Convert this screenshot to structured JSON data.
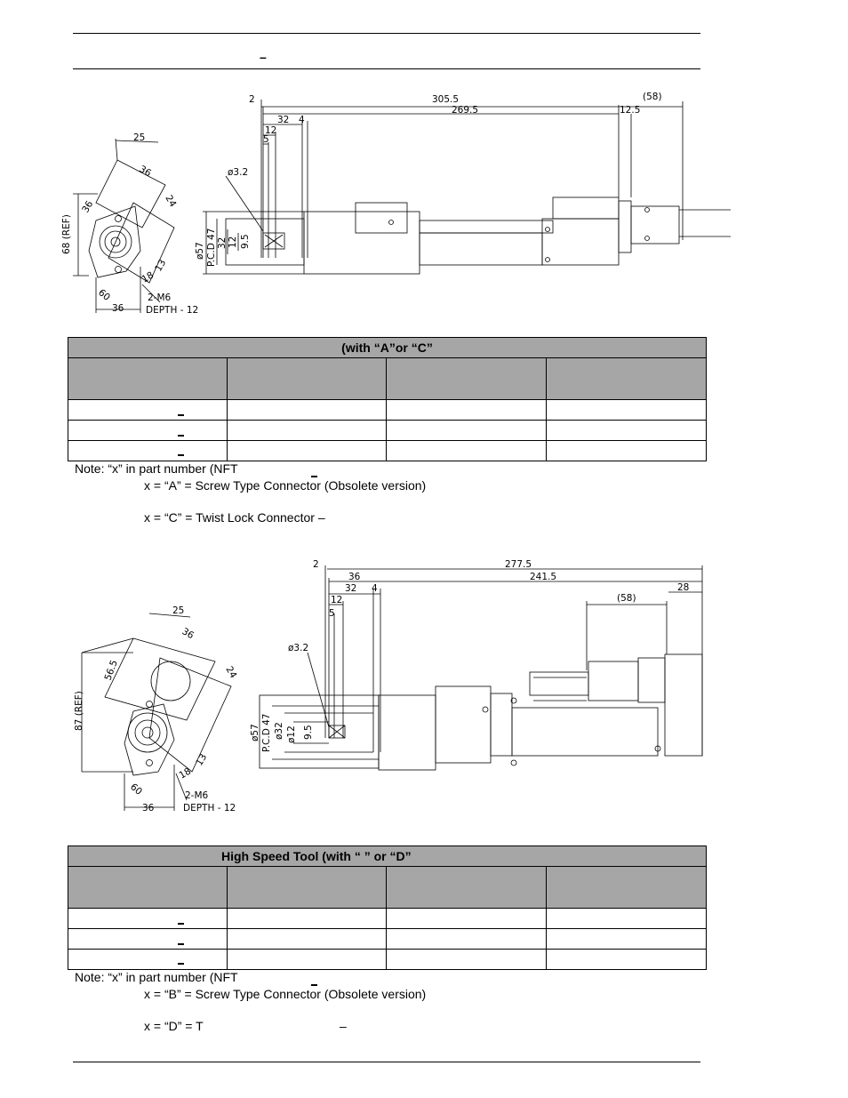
{
  "header": {
    "dash": "–"
  },
  "drawing1": {
    "dims": {
      "d2": "2",
      "d305_5": "305.5",
      "d58": "(58)",
      "d269_5": "269.5",
      "d32": "32",
      "d4": "4",
      "d12_5": "12.5",
      "d12": "12",
      "d5": "5",
      "phi3_2": "ø3.2",
      "phi57": "ø57",
      "pcd47": "P.C.D 47",
      "d32v": "32",
      "d12v": "12",
      "d9_5": "9.5",
      "angle25": "25",
      "d36a": "36",
      "d36b": "36",
      "d24": "24",
      "ref68": "68 (REF)",
      "d18": "18",
      "d13": "13",
      "angle60": "60",
      "d36c": "36",
      "m6": "2-M6",
      "depth": "DEPTH - 12"
    }
  },
  "table1": {
    "title": "(with “A”or “C”",
    "columns": [
      "",
      "",
      "",
      ""
    ],
    "rows": [
      [
        "",
        "",
        "",
        ""
      ],
      [
        "",
        "",
        "",
        ""
      ],
      [
        "",
        "",
        "",
        ""
      ]
    ]
  },
  "note1": {
    "line1": "Note: “x” in part number (NFT",
    "line2": "x = “A” = Screw Type Connector (Obsolete version)",
    "line3": "x = “C” = Twist Lock Connector –"
  },
  "drawing2": {
    "dims": {
      "d2": "2",
      "d277_5": "277.5",
      "d36": "36",
      "d241_5": "241.5",
      "d32": "32",
      "d4": "4",
      "d28": "28",
      "d58": "(58)",
      "d12": "12",
      "d5": "5",
      "phi3_2": "ø3.2",
      "phi57": "ø57",
      "pcd47": "P.C.D 47",
      "phi32": "ø32",
      "phi12": "ø12",
      "d9_5": "9.5",
      "angle25": "25",
      "d36a": "36",
      "d56_5": "56.5",
      "d24": "24",
      "ref87": "87 (REF)",
      "d18": "18",
      "d13": "13",
      "angle60": "60",
      "d36c": "36",
      "m6": "2-M6",
      "depth": "DEPTH - 12"
    }
  },
  "table2": {
    "title": "High Speed Tool (with “   ” or “D”",
    "columns": [
      "",
      "",
      "",
      ""
    ],
    "rows": [
      [
        "",
        "",
        "",
        ""
      ],
      [
        "",
        "",
        "",
        ""
      ],
      [
        "",
        "",
        "",
        ""
      ]
    ]
  },
  "note2": {
    "line1": "Note: “x” in part number (NFT",
    "line2": "x = “B” = Screw Type Connector (Obsolete version)",
    "line3a": "x = “D” = T",
    "line3b": "–"
  }
}
